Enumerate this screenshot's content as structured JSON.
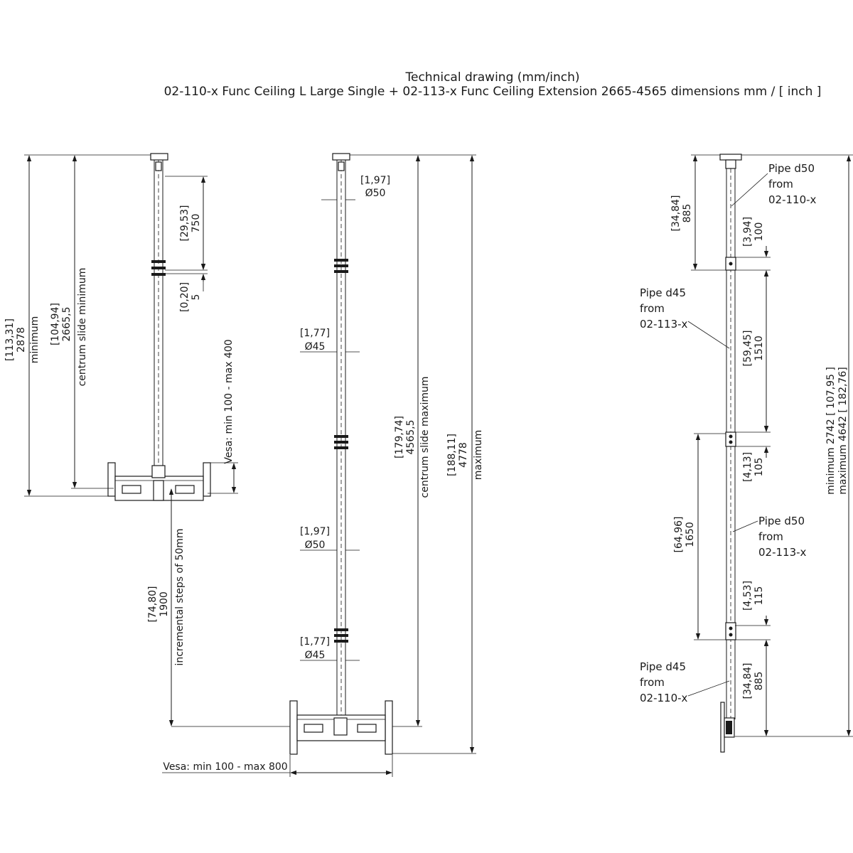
{
  "title": {
    "line1": "Technical drawing (mm/inch)",
    "line2": "02-110-x  Func Ceiling L Large Single + 02-113-x Func Ceiling Extension 2665-4565 dimensions mm / [ inch ]"
  },
  "view_left": {
    "dim_overall_inch": "[113,31]",
    "dim_overall_mm": "2878",
    "dim_overall_label": "minimum",
    "dim_centrum_inch": "[104,94]",
    "dim_centrum_mm": "2665,5",
    "dim_centrum_label": "centrum slide minimum",
    "dim_slide_inch": "[29,53]",
    "dim_slide_mm": "750",
    "dim_step_inch": "[0,20]",
    "dim_step_mm": "5",
    "vesa_vertical": "Vesa: min 100 - max 400",
    "dim_incremental_inch": "[74,80]",
    "dim_incremental_mm": "1900",
    "dim_incremental_label": "incremental steps of 50mm"
  },
  "view_middle": {
    "diam1_inch": "[1,97]",
    "diam1_mm": "Ø50",
    "diam2_inch": "[1,77]",
    "diam2_mm": "Ø45",
    "diam3_inch": "[1,97]",
    "diam3_mm": "Ø50",
    "diam4_inch": "[1,77]",
    "diam4_mm": "Ø45",
    "dim_centrum_inch": "[179,74]",
    "dim_centrum_mm": "4565,5",
    "dim_centrum_label": "centrum slide maximum",
    "dim_max_inch": "[188,11]",
    "dim_max_mm": "4778",
    "dim_max_label": "maximum",
    "vesa_horizontal": "Vesa: min 100 - max 800"
  },
  "view_right": {
    "dim_top_inch": "[34,84]",
    "dim_top_mm": "885",
    "dim_a_inch": "[3,94]",
    "dim_a_mm": "100",
    "dim_b_inch": "[59,45]",
    "dim_b_mm": "1510",
    "dim_c_inch": "[4,13]",
    "dim_c_mm": "105",
    "dim_d_inch": "[64,96]",
    "dim_d_mm": "1650",
    "dim_e_inch": "[4,53]",
    "dim_e_mm": "115",
    "dim_bottom_inch": "[34,84]",
    "dim_bottom_mm": "885",
    "dim_total_min": "minimum 2742 [ 107,95 ]",
    "dim_total_max": "maximum 4642 [ 182,76]",
    "callout1": [
      "Pipe d50",
      "from",
      "02-110-x"
    ],
    "callout2": [
      "Pipe d45",
      "from",
      "02-113-x"
    ],
    "callout3": [
      "Pipe d50",
      "from",
      "02-113-x"
    ],
    "callout4": [
      "Pipe d45",
      "from",
      "02-110-x"
    ]
  }
}
